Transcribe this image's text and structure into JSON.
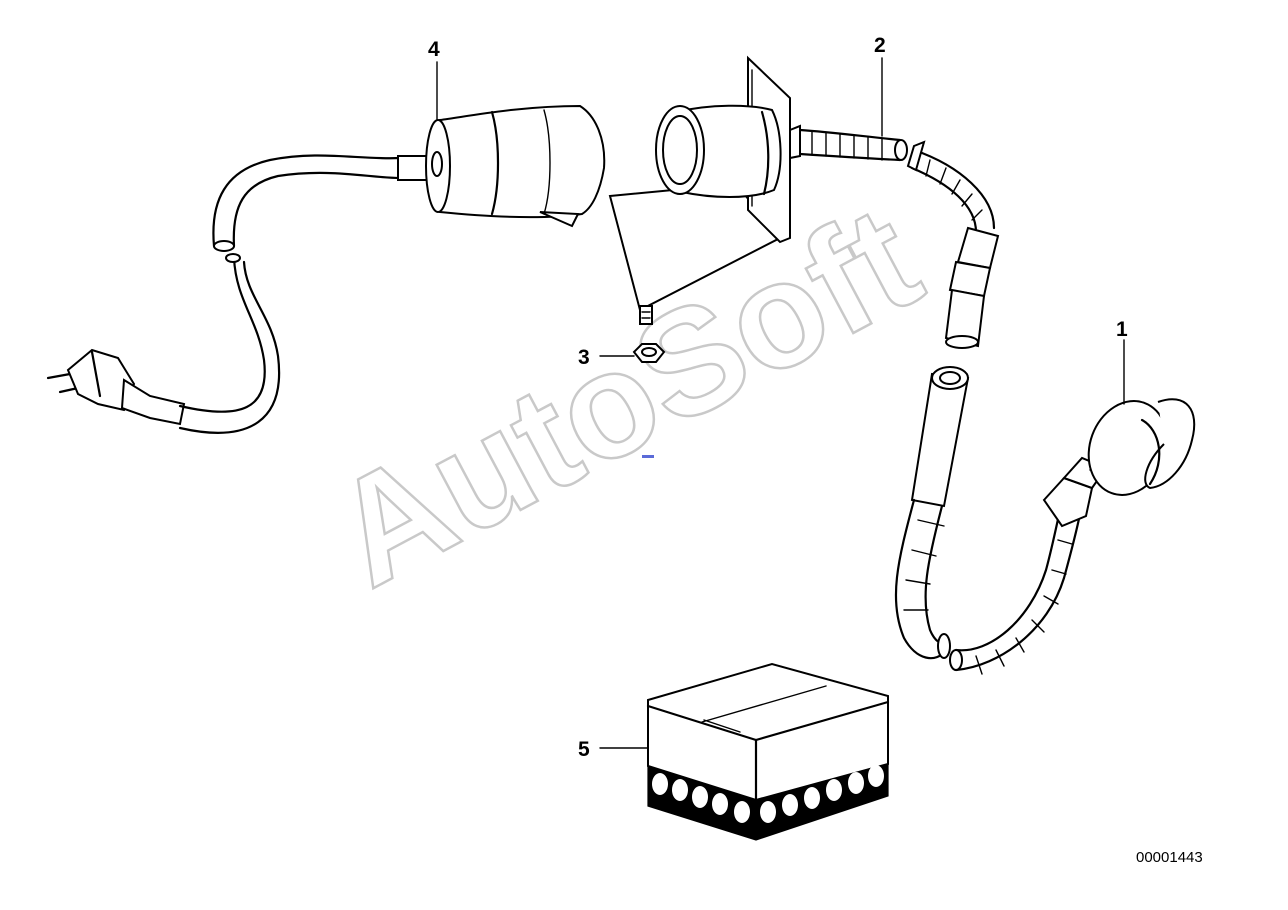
{
  "watermark": {
    "text": "AutoSoft"
  },
  "callouts": [
    {
      "id": "1",
      "label": "1"
    },
    {
      "id": "2",
      "label": "2"
    },
    {
      "id": "3",
      "label": "3"
    },
    {
      "id": "4",
      "label": "4"
    },
    {
      "id": "5",
      "label": "5"
    }
  ],
  "document_number": "00001443",
  "colors": {
    "ink": "#000000",
    "background": "#ffffff",
    "watermark_outline": "#c9c9c9",
    "accent_mark": "#5b6bd8"
  }
}
